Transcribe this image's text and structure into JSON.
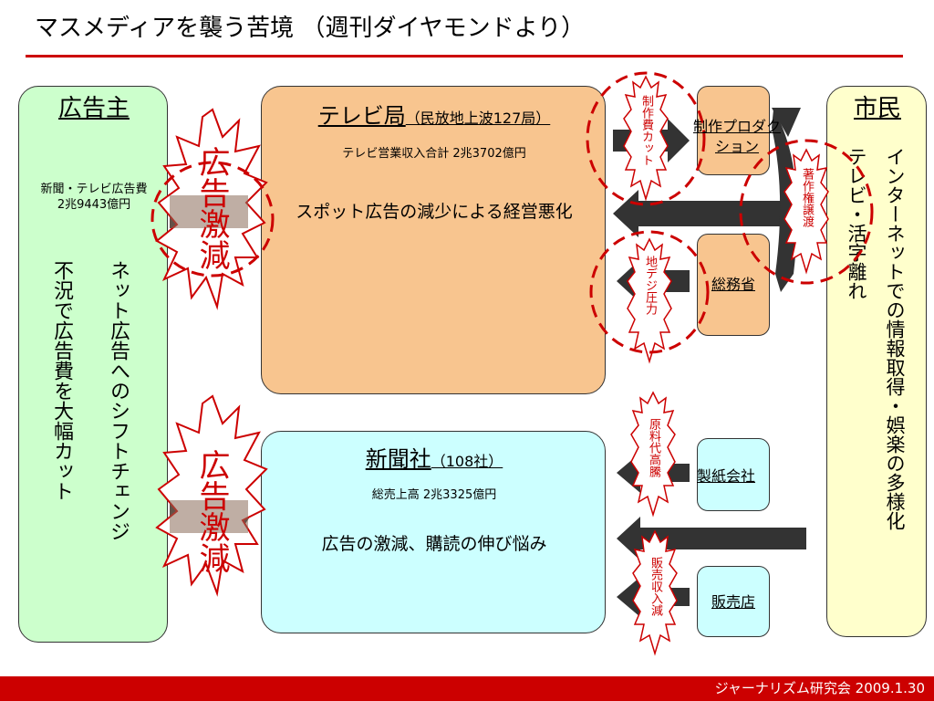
{
  "title": "マスメディアを襲う苦境 （週刊ダイヤモンドより）",
  "advertiser": {
    "heading": "広告主",
    "spend_label": "新聞・テレビ広告費",
    "spend_value": "2兆9443億円",
    "col_right": "ネット広告へのシフトチェンジ",
    "col_left": "不況で広告費を大幅カット"
  },
  "bursts": {
    "top": "広告激減",
    "bottom": "広告激減"
  },
  "tv": {
    "title": "テレビ局",
    "title_note": "（民放地上波127局）",
    "revenue": "テレビ営業収入合計 2兆3702億円",
    "issue": "スポット広告の減少による経営悪化"
  },
  "newspaper": {
    "title": "新聞社",
    "title_note": "（108社）",
    "revenue": "総売上高 2兆3325億円",
    "issue": "広告の激減、購読の伸び悩み"
  },
  "tags": {
    "production_cut": "制作費カット",
    "digital_pressure": "地デジ圧力",
    "copyright_transfer": "著作権譲渡",
    "material_cost": "原料代高騰",
    "sales_decline": "販売収入減"
  },
  "partners": {
    "production": "制作プロダクション",
    "ministry": "総務省",
    "paper_maker": "製紙会社",
    "retailer": "販売店"
  },
  "citizen": {
    "heading": "市民",
    "col_right": "インターネットでの情報取得・娯楽の多様化",
    "col_left": "テレビ・活字離れ"
  },
  "footer": "ジャーナリズム研究会 2009.1.30",
  "colors": {
    "accent_red": "#cc0000",
    "tv_orange": "#f8c58f",
    "advertiser_green": "#ccffcc",
    "paper_cyan": "#ccffff",
    "citizen_yellow": "#ffffcc"
  }
}
